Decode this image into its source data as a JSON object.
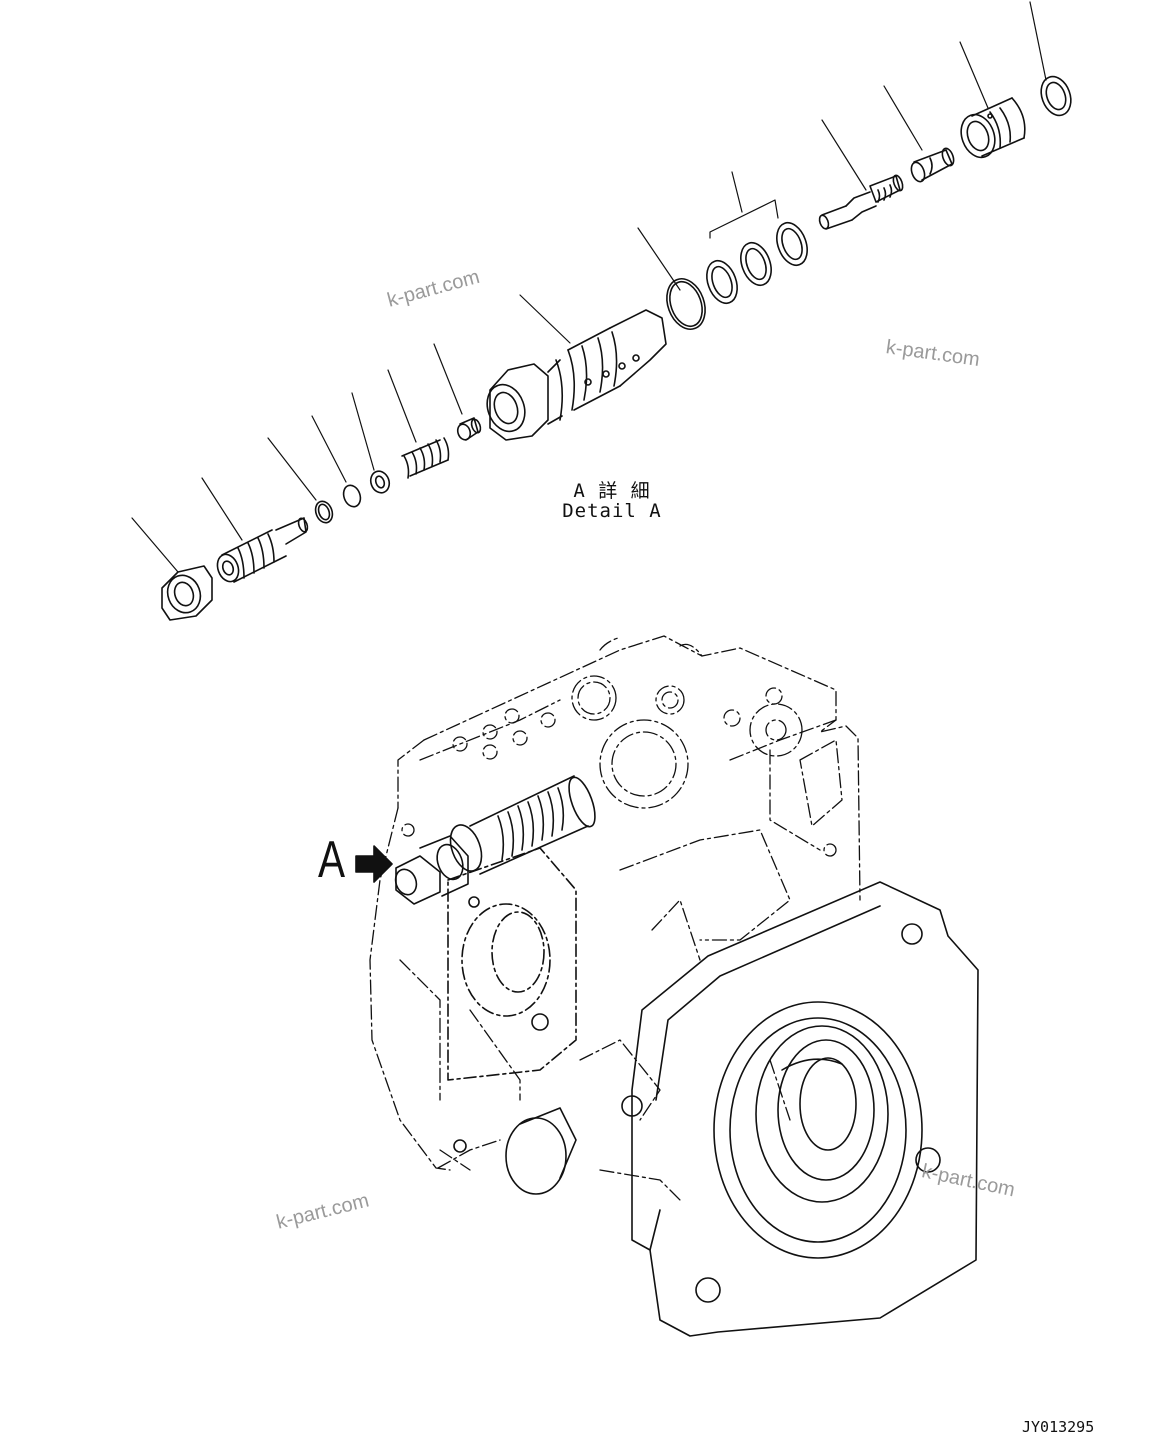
{
  "watermarks": [
    "k-part.com",
    "k-part.com",
    "k-part.com",
    "k-part.com"
  ],
  "detail_label": {
    "japanese": "A 詳 細",
    "english": "Detail A"
  },
  "view_callout": "A",
  "drawing_code": "JY013295"
}
